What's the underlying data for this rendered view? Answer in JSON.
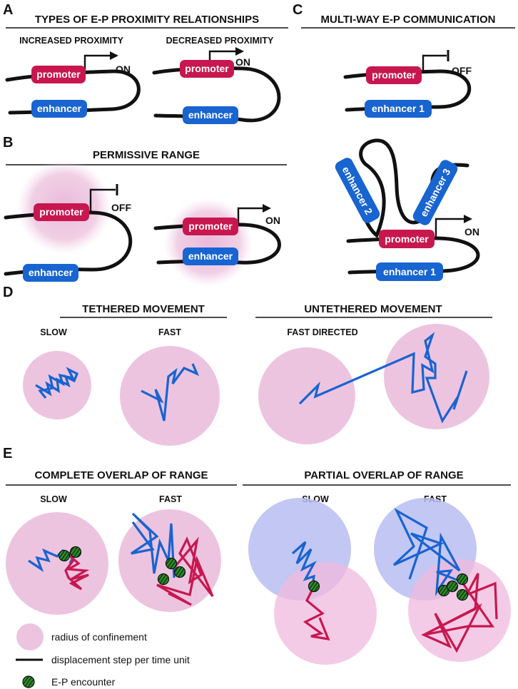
{
  "panels": {
    "A": "A",
    "B": "B",
    "C": "C",
    "D": "D",
    "E": "E"
  },
  "headers": {
    "types": "TYPES OF E-P PROXIMITY RELATIONSHIPS",
    "multiway": "MULTI-WAY  E-P COMMUNICATION",
    "permissive": "PERMISSIVE RANGE",
    "tethered": "TETHERED MOVEMENT",
    "untethered": "UNTETHERED MOVEMENT",
    "complete": "COMPLETE OVERLAP OF RANGE",
    "partial": "PARTIAL OVERLAP OF RANGE"
  },
  "subheaders": {
    "increased": "INCREASED PROXIMITY",
    "decreased": "DECREASED PROXIMITY",
    "slow": "SLOW",
    "fast": "FAST",
    "fast_directed": "FAST DIRECTED"
  },
  "labels": {
    "promoter": "promoter",
    "enhancer": "enhancer",
    "enhancer1": "enhancer 1",
    "enhancer2": "enhancer 2",
    "enhancer3": "enhancer 3",
    "on": "ON",
    "off": "OFF"
  },
  "legend": {
    "radius": "radius of confinement",
    "step": "displacement step per time unit",
    "encounter": "E-P encounter"
  },
  "colors": {
    "promoter": "#c8174f",
    "enhancer": "#1864d1",
    "range_pink": "#e6b3d4",
    "range_blue": "#a8b4f0",
    "encounter": "#2e8b2e"
  }
}
